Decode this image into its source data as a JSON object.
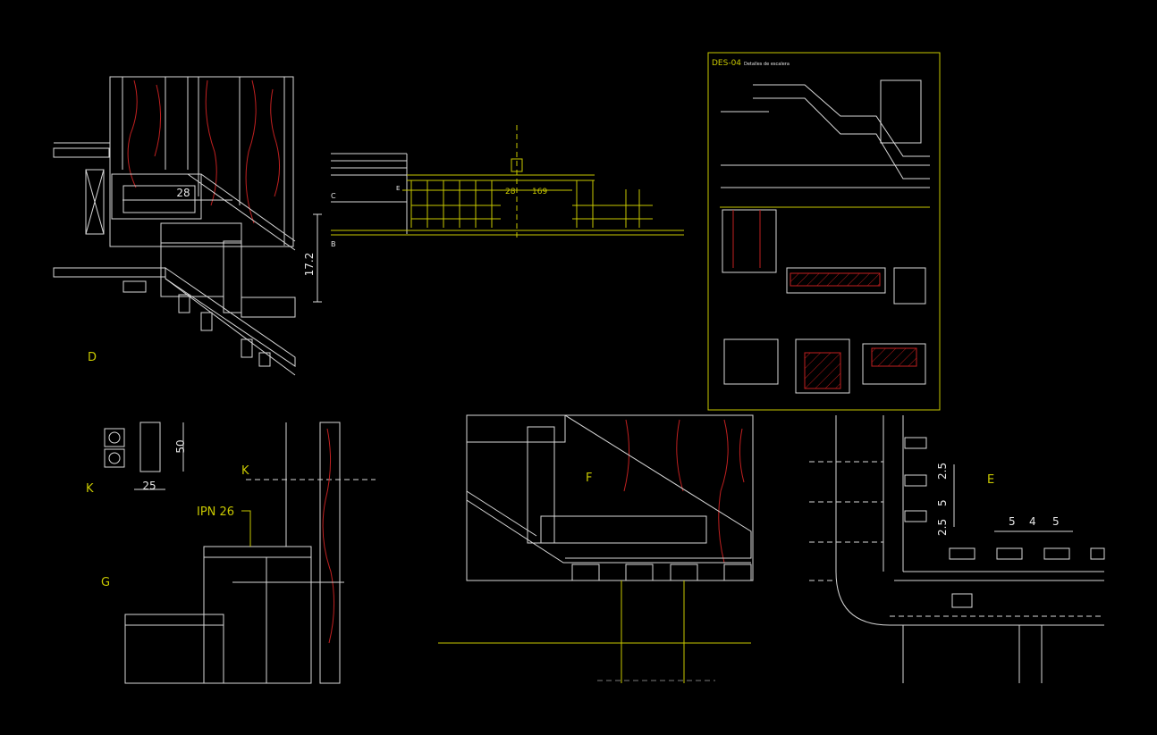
{
  "colors": {
    "background": "#000000",
    "yellow": "#c8c800",
    "white": "#d8d8d8",
    "red": "#c02020",
    "gray": "#7a7a7a"
  },
  "detail_D": {
    "label": "D",
    "dim_width": "28",
    "dim_height": "17.2"
  },
  "elevation": {
    "labels": [
      "C",
      "B",
      "E"
    ],
    "dim_a": "28",
    "dim_b": "169"
  },
  "sheet": {
    "code": "DES-04",
    "title": "Detalles de escalera"
  },
  "detail_K": {
    "label": "K",
    "label2": "K",
    "dim_height": "50",
    "dim_width": "25"
  },
  "detail_G": {
    "label": "G",
    "profile": "IPN 26"
  },
  "detail_F": {
    "label": "F"
  },
  "detail_E": {
    "label": "E",
    "dims_vertical": [
      "2.5",
      "5",
      "2.5"
    ],
    "dims_horizontal": [
      "5",
      "4",
      "5"
    ]
  }
}
